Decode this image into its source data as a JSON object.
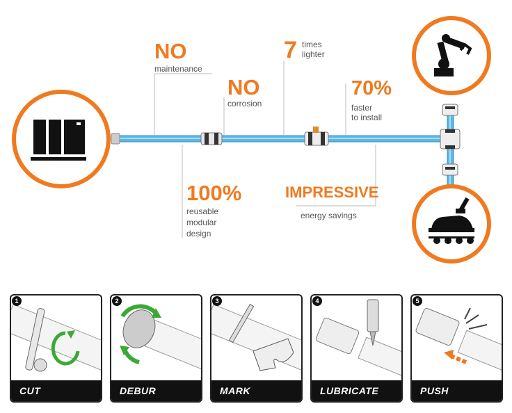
{
  "colors": {
    "accent": "#f07a1f",
    "pipe": "#5bb8e8",
    "dark": "#111111"
  },
  "icons": {
    "compressor": "compressor-icon",
    "robot": "robot-arm-icon",
    "car": "car-assembly-icon"
  },
  "callouts": {
    "maintenance": {
      "big": "NO",
      "small": "maintenance"
    },
    "corrosion": {
      "big": "NO",
      "small": "corrosion"
    },
    "lighter": {
      "big": "7",
      "small1": "times",
      "small2": "lighter"
    },
    "faster": {
      "big": "70%",
      "small1": "faster",
      "small2": "to install"
    },
    "reusable": {
      "big": "100%",
      "small1": "reusable",
      "small2": "modular",
      "small3": "design"
    },
    "energy": {
      "big": "IMPRESSIVE",
      "small": "energy savings"
    }
  },
  "steps": [
    {
      "num": "1",
      "label": "CUT"
    },
    {
      "num": "2",
      "label": "DEBUR"
    },
    {
      "num": "3",
      "label": "MARK"
    },
    {
      "num": "4",
      "label": "LUBRICATE"
    },
    {
      "num": "5",
      "label": "PUSH"
    }
  ]
}
